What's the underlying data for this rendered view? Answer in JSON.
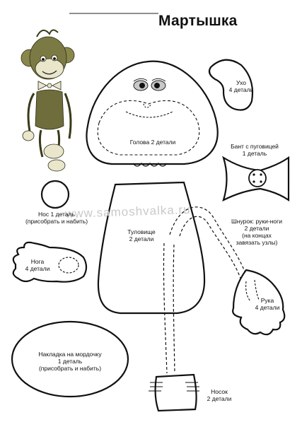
{
  "title": "Мартышка",
  "watermark": "www.samoshvalka.ru",
  "parts": {
    "ear": {
      "name": "Ухо",
      "count": "4 детали"
    },
    "head": {
      "label": "Голова 2 детали"
    },
    "bow": {
      "name": "Бант с пуговицей",
      "count": "1 деталь"
    },
    "nose": {
      "name": "Нос 1 деталь",
      "note": "(присобрать и набить)"
    },
    "cord": {
      "name": "Шнурок: руки-ноги",
      "count": "2 детали",
      "note1": "(на концах",
      "note2": "завязать узлы)"
    },
    "torso": {
      "name": "Туловище",
      "count": "2 детали"
    },
    "foot": {
      "name": "Нога",
      "count": "4 детали"
    },
    "hand": {
      "name": "Рука",
      "count": "4 детали"
    },
    "muzzle": {
      "name": "Накладка на мордочку",
      "count": "1 деталь",
      "note": "(присобрать и набить)"
    },
    "sock": {
      "name": "Носок",
      "count": "2 детали"
    }
  }
}
